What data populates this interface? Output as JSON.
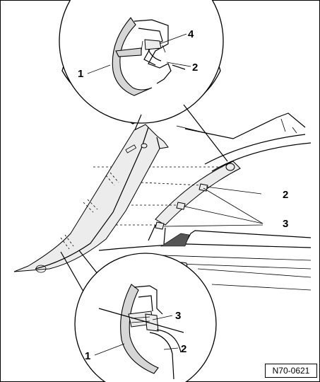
{
  "figure": {
    "reference_code": "N70-0621",
    "callouts": {
      "top_1": "1",
      "top_2": "2",
      "top_4": "4",
      "main_2": "2",
      "main_3": "3",
      "bottom_1": "1",
      "bottom_2": "2",
      "bottom_3": "3"
    }
  }
}
